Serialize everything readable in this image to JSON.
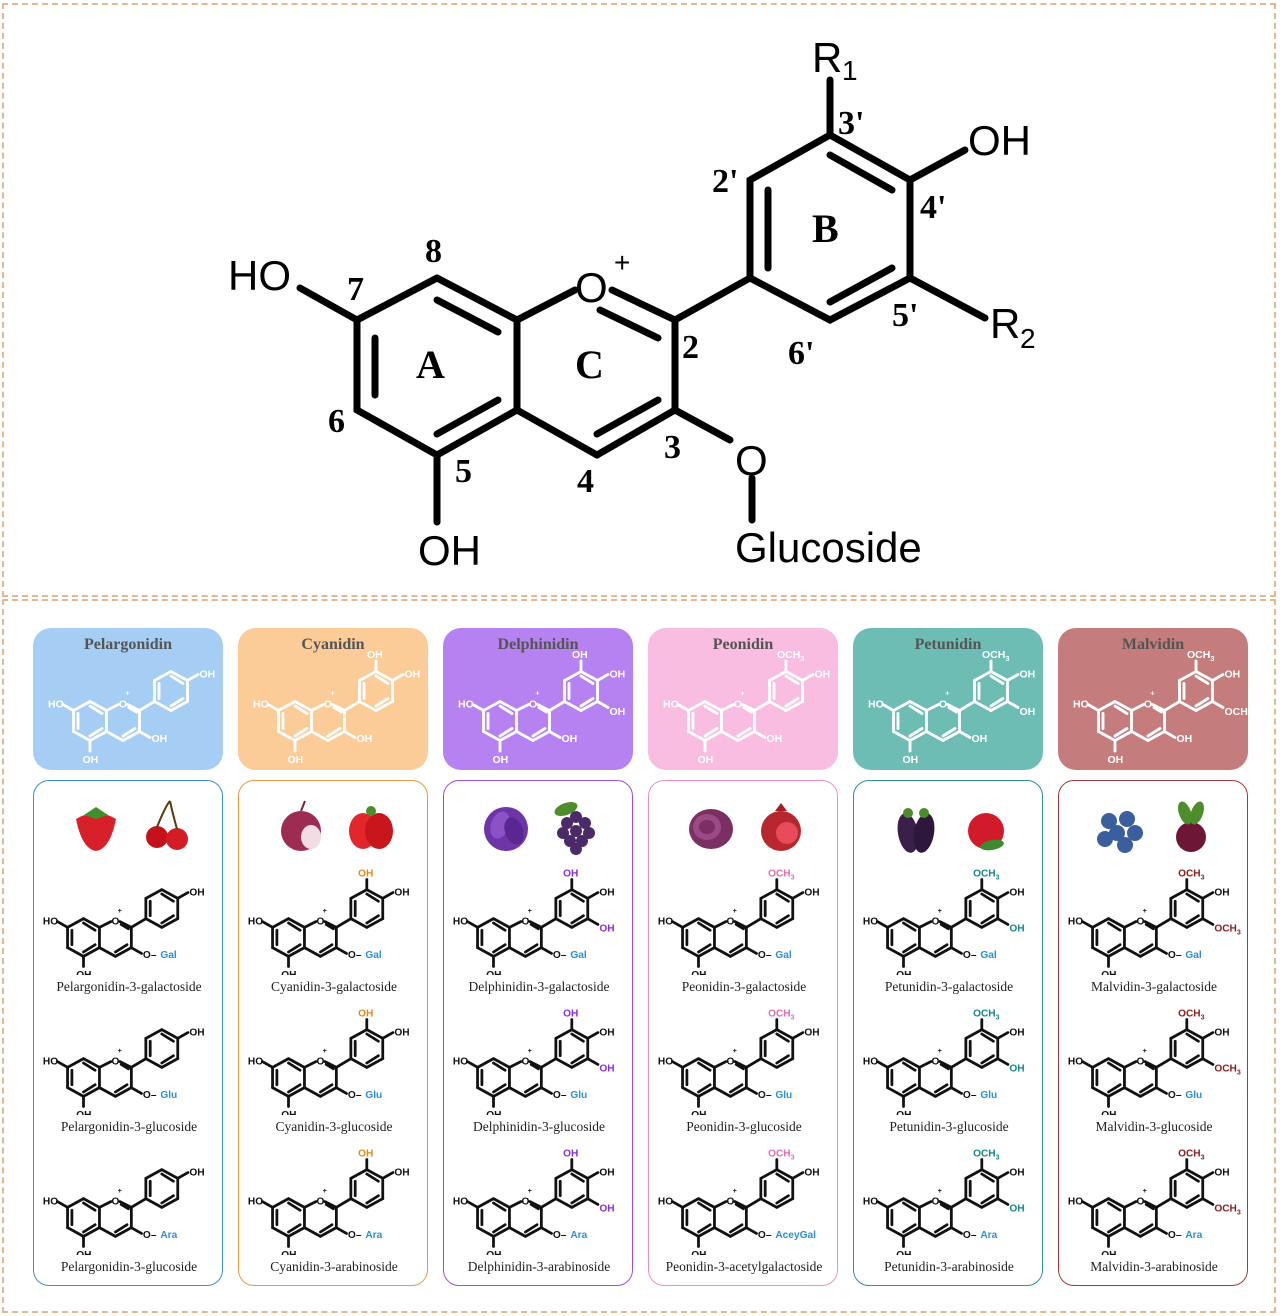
{
  "core": {
    "ring_labels": [
      "A",
      "B",
      "C"
    ],
    "positions": [
      "8",
      "7",
      "6",
      "5",
      "4",
      "3",
      "2",
      "2'",
      "3'",
      "4'",
      "5'",
      "6'"
    ],
    "substituents": {
      "ho7": "HO",
      "oh5": "OH",
      "oh4p": "OH",
      "o_plus": "O",
      "plus": "+",
      "o3": "O",
      "glucoside": "Glucoside",
      "r1": "R",
      "r1_sub": "1",
      "r2": "R",
      "r2_sub": "2"
    }
  },
  "atom_labels": {
    "ho": "HO",
    "oh": "OH",
    "o": "O",
    "och": "OCH",
    "three": "3",
    "plus": "+"
  },
  "anthocyanidins": [
    {
      "name": "Pelargonidin",
      "header_color": "#a6cdf3",
      "border_color": "#3f8fd0",
      "accent": "#3f8fd0",
      "r1": "",
      "r2": "",
      "foods": [
        "strawberry-icon",
        "cherry-icon"
      ],
      "derivatives": [
        {
          "name": "Pelargonidin-3-galactoside",
          "sugar": "Gal"
        },
        {
          "name": "Pelargonidin-3-glucoside",
          "sugar": "Glu"
        },
        {
          "name": "Pelargonidin-3-glucoside",
          "sugar": "Ara"
        }
      ]
    },
    {
      "name": "Cyanidin",
      "header_color": "#fbcb98",
      "border_color": "#e59a45",
      "accent": "#e08a1a",
      "r1": "OH",
      "r2": "",
      "foods": [
        "red-onion-icon",
        "red-pepper-icon"
      ],
      "derivatives": [
        {
          "name": "Cyanidin-3-galactoside",
          "sugar": "Gal"
        },
        {
          "name": "Cyanidin-3-glucoside",
          "sugar": "Glu"
        },
        {
          "name": "Cyanidin-3-arabinoside",
          "sugar": "Ara"
        }
      ]
    },
    {
      "name": "Delphinidin",
      "header_color": "#b681f0",
      "border_color": "#9c4ee0",
      "accent": "#8a2fd6",
      "r1": "OH",
      "r2": "OH",
      "foods": [
        "purple-cabbage-icon",
        "grapes-icon"
      ],
      "derivatives": [
        {
          "name": "Delphinidin-3-galactoside",
          "sugar": "Gal"
        },
        {
          "name": "Delphinidin-3-glucoside",
          "sugar": "Glu"
        },
        {
          "name": "Delphinidin-3-arabinoside",
          "sugar": "Ara"
        }
      ]
    },
    {
      "name": "Peonidin",
      "header_color": "#f8bde0",
      "border_color": "#ee8fc6",
      "accent": "#e66bb5",
      "r1": "OCH3",
      "r2": "",
      "foods": [
        "purple-sweet-potato-icon",
        "pomegranate-icon"
      ],
      "derivatives": [
        {
          "name": "Peonidin-3-galactoside",
          "sugar": "Gal"
        },
        {
          "name": "Peonidin-3-glucoside",
          "sugar": "Glu"
        },
        {
          "name": "Peonidin-3-acetylgalactoside",
          "sugar": "AceyGal"
        }
      ]
    },
    {
      "name": "Petunidin",
      "header_color": "#6dbdb5",
      "border_color": "#2f8f9a",
      "accent": "#15858f",
      "r1": "OCH3",
      "r2": "OH",
      "foods": [
        "eggplant-icon",
        "cranberry-icon"
      ],
      "derivatives": [
        {
          "name": "Petunidin-3-galactoside",
          "sugar": "Gal"
        },
        {
          "name": "Petunidin-3-glucoside",
          "sugar": "Glu"
        },
        {
          "name": "Petunidin-3-arabinoside",
          "sugar": "Ara"
        }
      ]
    },
    {
      "name": "Malvidin",
      "header_color": "#c47c7c",
      "border_color": "#a33a3a",
      "accent": "#8e1e1e",
      "r1": "OCH3",
      "r2": "OCH3",
      "foods": [
        "blueberry-icon",
        "beetroot-icon"
      ],
      "derivatives": [
        {
          "name": "Malvidin-3-galactoside",
          "sugar": "Gal"
        },
        {
          "name": "Malvidin-3-glucoside",
          "sugar": "Glu"
        },
        {
          "name": "Malvidin-3-arabinoside",
          "sugar": "Ara"
        }
      ]
    }
  ],
  "sugar_color": "#2c8fd6"
}
